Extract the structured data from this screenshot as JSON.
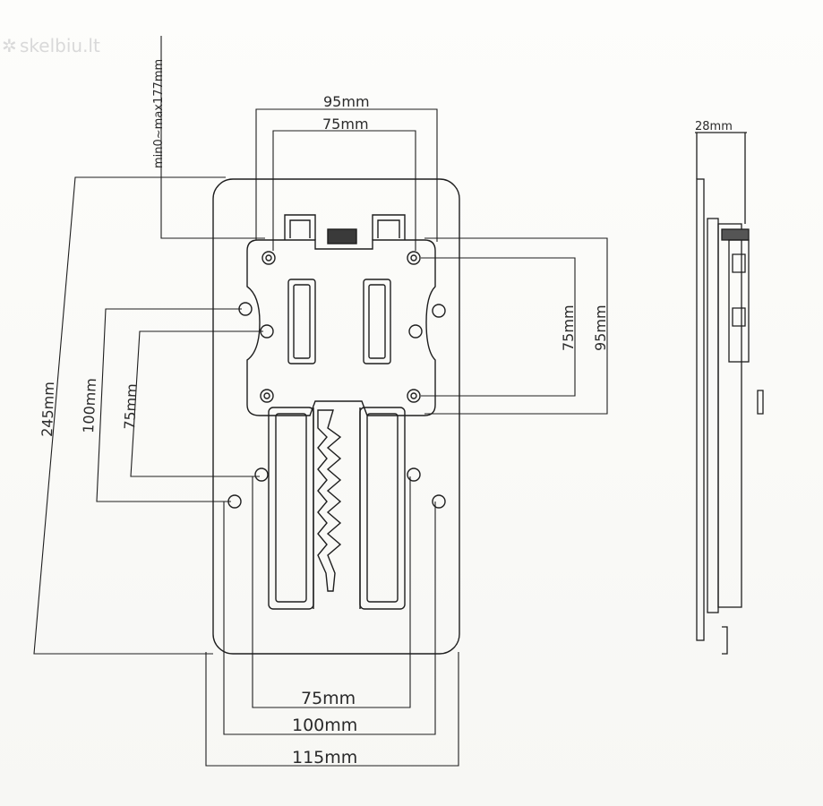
{
  "watermark": "skelbiu.lt",
  "front_view": {
    "top_outer_width": "95mm",
    "top_inner_width": "75mm",
    "slide_range": "min0~max177mm",
    "right_outer_height": "95mm",
    "right_inner_height": "75mm",
    "total_height": "245mm",
    "left_outer_height": "100mm",
    "left_inner_height": "75mm",
    "bottom_inner_width": "75mm",
    "bottom_mid_width": "100mm",
    "bottom_outer_width": "115mm"
  },
  "side_view": {
    "depth": "28mm"
  }
}
